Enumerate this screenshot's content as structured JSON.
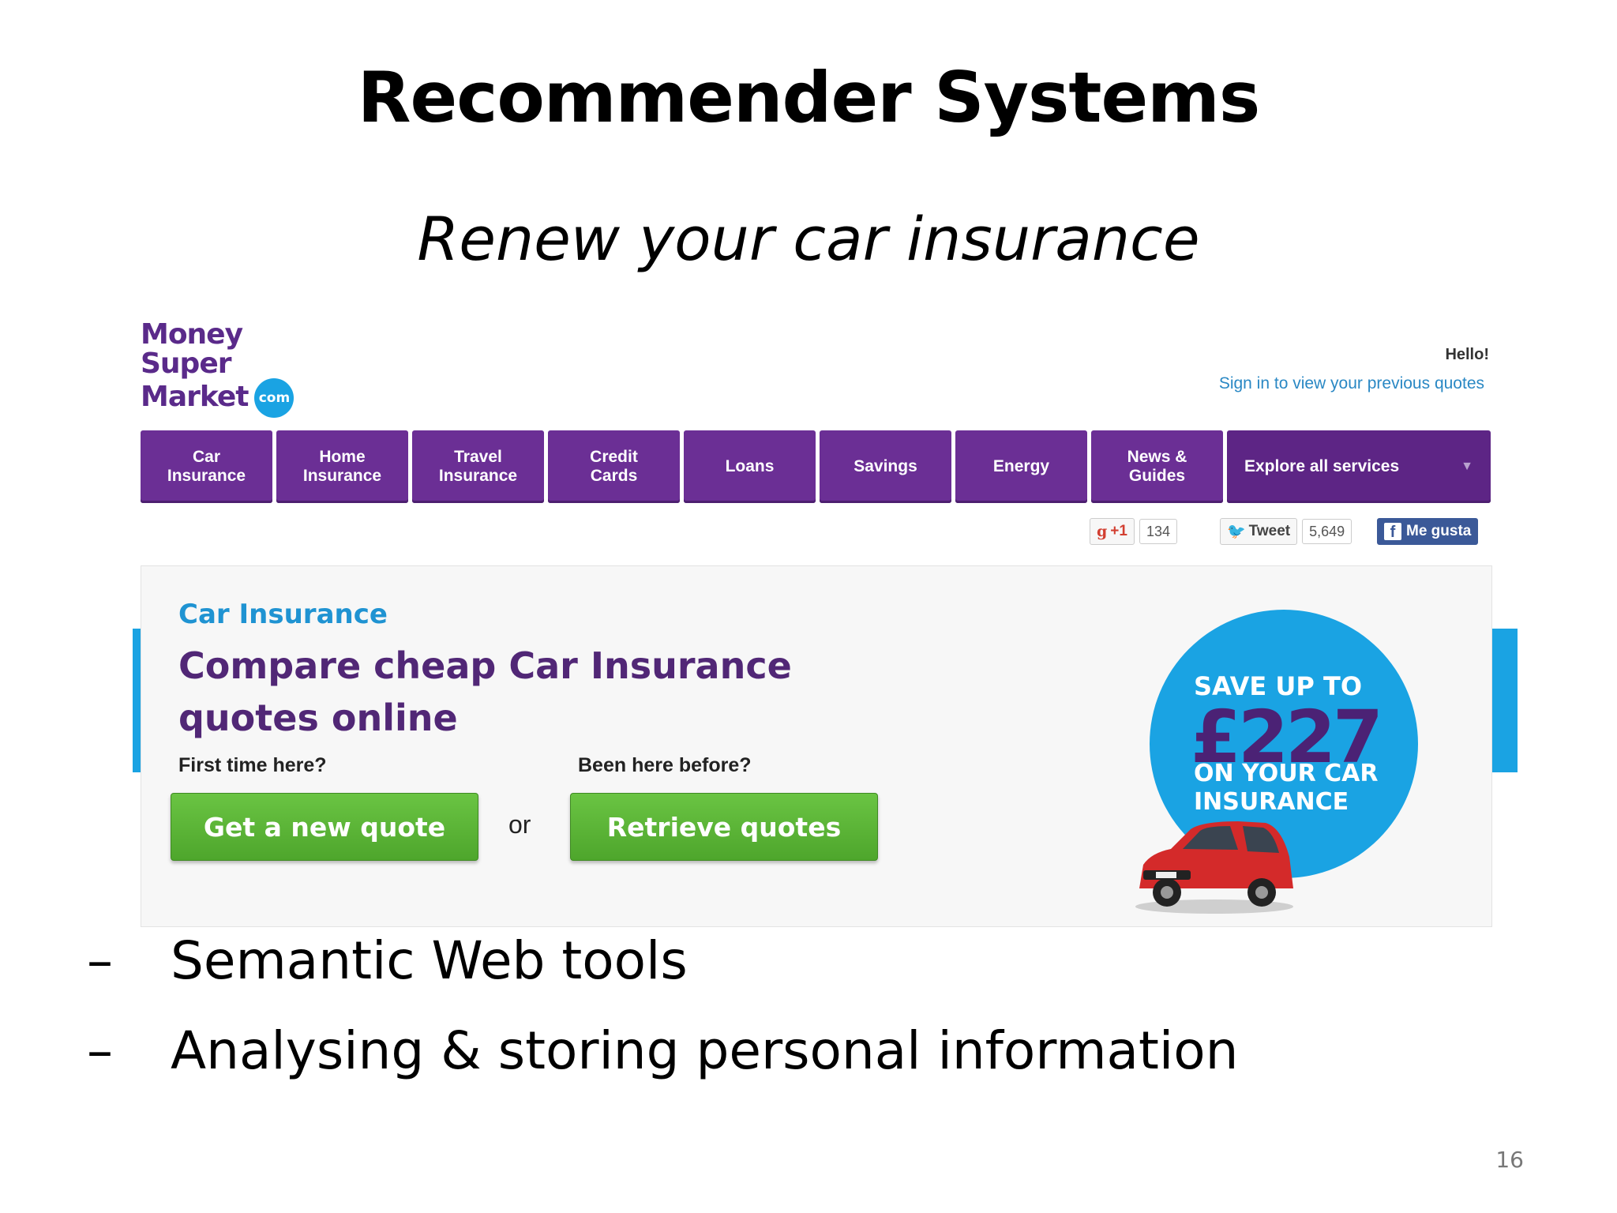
{
  "slide": {
    "title": "Recommender Systems",
    "subtitle": "Renew your car insurance",
    "bullets": [
      {
        "dash": "–",
        "text": "Semantic Web tools"
      },
      {
        "dash": "–",
        "text": "Analysing & storing personal information"
      }
    ],
    "page_number": "16"
  },
  "site": {
    "logo": {
      "line1": "Money",
      "line2": "Super",
      "line3": "Market",
      "badge": "com"
    },
    "greeting": "Hello!",
    "signin_link": "Sign in to view your previous quotes",
    "nav": [
      {
        "line1": "Car",
        "line2": "Insurance"
      },
      {
        "line1": "Home",
        "line2": "Insurance"
      },
      {
        "line1": "Travel",
        "line2": "Insurance"
      },
      {
        "line1": "Credit",
        "line2": "Cards"
      },
      {
        "line1": "Loans",
        "line2": ""
      },
      {
        "line1": "Savings",
        "line2": ""
      },
      {
        "line1": "Energy",
        "line2": ""
      },
      {
        "line1": "News &",
        "line2": "Guides"
      }
    ],
    "explore_label": "Explore all services",
    "social": {
      "gplus_label": "+1",
      "gplus_count": "134",
      "tweet_label": "Tweet",
      "tweet_count": "5,649",
      "fb_label": "Me gusta"
    },
    "hero": {
      "section_label": "Car Insurance",
      "headline_1": "Compare cheap Car Insurance",
      "headline_2": "quotes online",
      "first_time": "First time here?",
      "been_before": "Been here before?",
      "new_quote_button": "Get a new quote",
      "or_text": "or",
      "retrieve_button": "Retrieve quotes"
    },
    "promo": {
      "line1": "SAVE UP TO",
      "amount": "£227",
      "line2": "ON YOUR CAR",
      "line3": "INSURANCE"
    }
  },
  "colors": {
    "brand_purple": "#6b2f95",
    "brand_blue": "#1aa3e3",
    "cta_green": "#5bb536"
  }
}
